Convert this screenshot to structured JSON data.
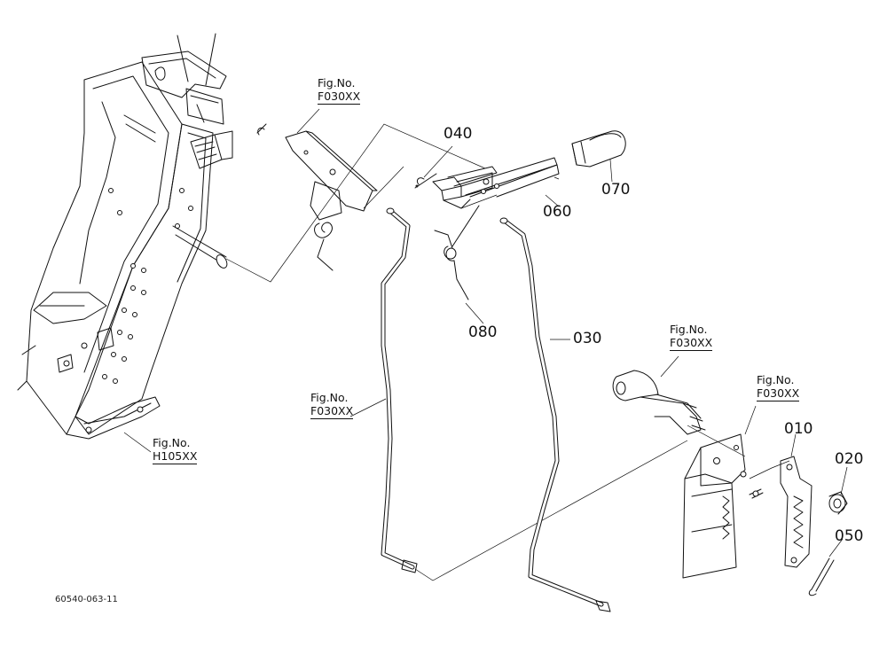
{
  "drawing_code": "60540-063-11",
  "parts": {
    "p010": "010",
    "p020": "020",
    "p030": "030",
    "p040": "040",
    "p050": "050",
    "p060": "060",
    "p070": "070",
    "p080": "080"
  },
  "figure_refs": {
    "top": {
      "line1": "Fig.No.",
      "line2": "F030XX"
    },
    "middle": {
      "line1": "Fig.No.",
      "line2": "F030XX"
    },
    "right_upper": {
      "line1": "Fig.No.",
      "line2": "F030XX"
    },
    "right_lower": {
      "line1": "Fig.No.",
      "line2": "F030XX"
    },
    "frame": {
      "line1": "Fig.No.",
      "line2": "H105XX"
    }
  }
}
